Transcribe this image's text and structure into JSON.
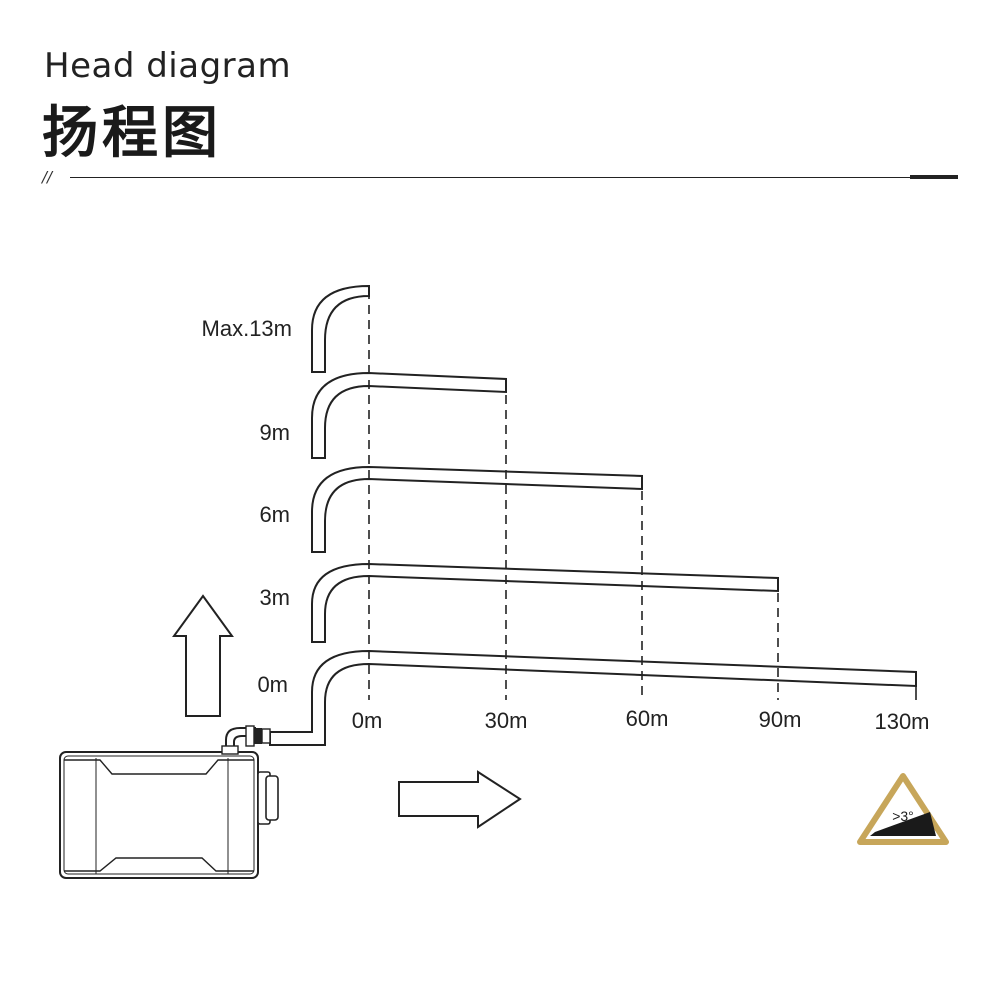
{
  "header": {
    "title_en": "Head diagram",
    "title_zh": "扬程图",
    "marker": "//"
  },
  "diagram": {
    "head_labels": [
      "Max.13m",
      "9m",
      "6m",
      "3m",
      "0m"
    ],
    "distance_labels": [
      "0m",
      "30m",
      "60m",
      "90m",
      "130m"
    ],
    "slope_badge": {
      "text": ">3°",
      "border_color": "#c7a65a",
      "fill_color": "#1a1a1a",
      "icon": "slope-warning-icon"
    },
    "arrows": [
      "up-arrow-icon",
      "right-arrow-icon"
    ],
    "device": "pump-unit"
  },
  "colors": {
    "line": "#222222",
    "accent_gold": "#c7a65a",
    "background": "#ffffff"
  }
}
